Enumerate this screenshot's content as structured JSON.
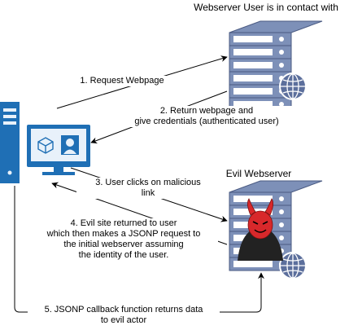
{
  "titles": {
    "webserver": "Webserver User is in contact with",
    "evil_webserver": "Evil Webserver"
  },
  "steps": [
    {
      "lines": [
        "1. Request Webpage"
      ]
    },
    {
      "lines": [
        "2. Return webpage and",
        "give credentials (authenticated user)"
      ]
    },
    {
      "lines": [
        "3. User clicks on malicious",
        "link"
      ]
    },
    {
      "lines": [
        "4. Evil site returned to user",
        "which then makes a JSONP request to",
        "the initial webserver assuming",
        "the identity of the user."
      ]
    },
    {
      "lines": [
        "5. JSONP callback function returns data",
        "to evil actor"
      ]
    }
  ],
  "colors": {
    "server_body": "#7d90b8",
    "server_face": "#ffffff",
    "server_outline": "#4a5a82",
    "globe": "#5c6f9c",
    "computer": "#1f6fb5",
    "computer_light": "#e8f1fa",
    "devil_red": "#d8282b",
    "cape": "#222222",
    "edge": "#000000"
  },
  "icons": [
    "server-icon",
    "globe-icon",
    "computer-icon",
    "user-icon",
    "cube-icon",
    "devil-icon"
  ]
}
